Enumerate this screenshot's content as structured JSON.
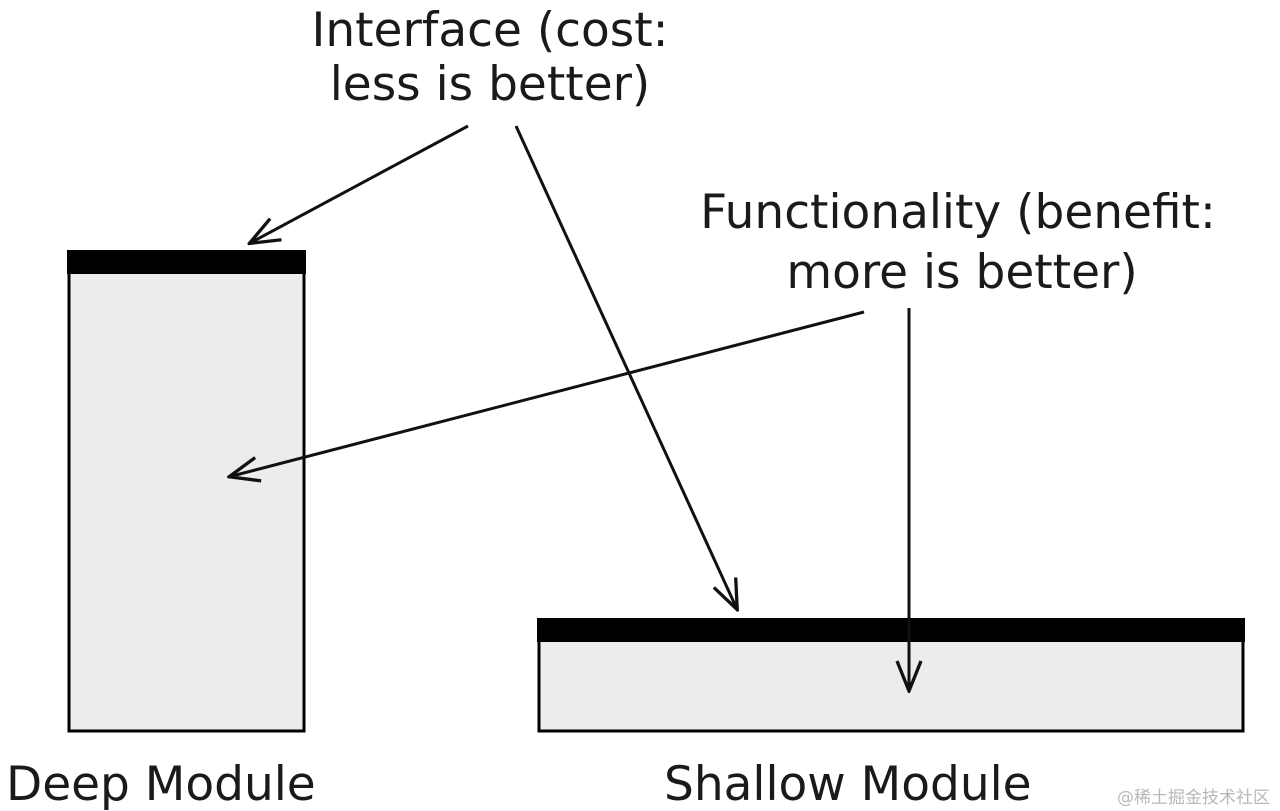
{
  "labels": {
    "interface_line1": "Interface (cost:",
    "interface_line2": "less is better)",
    "functionality_line1": "Functionality (benefit:",
    "functionality_line2": "more is better)",
    "deep_module": "Deep Module",
    "shallow_module": "Shallow Module"
  },
  "watermark": "@稀土掘金技术社区",
  "colors": {
    "module_fill": "#ececec",
    "interface_bar": "#000000",
    "stroke": "#000000",
    "background": "#ffffff"
  }
}
